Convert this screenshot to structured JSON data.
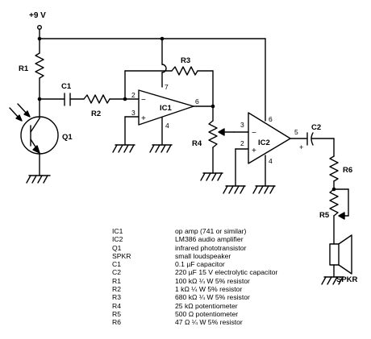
{
  "supply_label": "+9 V",
  "labels": {
    "R1": "R1",
    "C1": "C1",
    "R2": "R2",
    "R3": "R3",
    "Q1": "Q1",
    "IC1": "IC1",
    "IC2": "IC2",
    "R4": "R4",
    "C2": "C2",
    "R6": "R6",
    "R5": "R5",
    "SPKR": "SPKR",
    "pin_ic1_2": "2",
    "pin_ic1_3": "3",
    "pin_ic1_4": "4",
    "pin_ic1_6": "6",
    "pin_ic1_7": "7",
    "pin_ic2_2": "2",
    "pin_ic2_3": "3",
    "pin_ic2_4": "4",
    "pin_ic2_5": "5",
    "pin_ic2_6": "6",
    "minus": "−",
    "plus": "+"
  },
  "parts_list": [
    {
      "ref": "IC1",
      "desc": "op amp (741 or similar)"
    },
    {
      "ref": "IC2",
      "desc": "LM386 audio amplifier"
    },
    {
      "ref": "Q1",
      "desc": "infrared phototransistor"
    },
    {
      "ref": "SPKR",
      "desc": "small loudspeaker"
    },
    {
      "ref": "C1",
      "desc": "0.1 µF capacitor"
    },
    {
      "ref": "C2",
      "desc": "220 µF 15 V electrolytic capacitor"
    },
    {
      "ref": "R1",
      "desc": "100 kΩ ¼ W 5% resistor"
    },
    {
      "ref": "R2",
      "desc": "1 kΩ ¼ W 5% resistor"
    },
    {
      "ref": "R3",
      "desc": "680 kΩ ¼ W 5% resistor"
    },
    {
      "ref": "R4",
      "desc": "25 kΩ potentiometer"
    },
    {
      "ref": "R5",
      "desc": "500 Ω potentiometer"
    },
    {
      "ref": "R6",
      "desc": "47 Ω ¼ W 5% resistor"
    }
  ]
}
